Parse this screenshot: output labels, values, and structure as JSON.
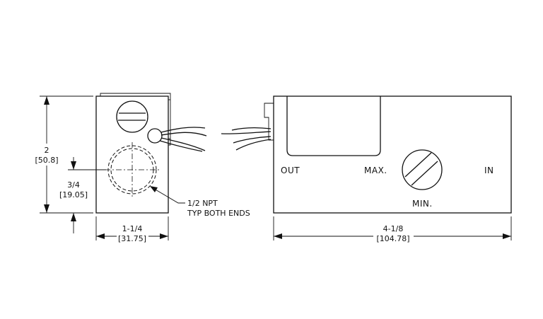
{
  "side_view": {
    "height_dim": {
      "value": "2",
      "metric": "[50.8]"
    },
    "offset_dim": {
      "value": "3/4",
      "metric": "[19.05]"
    },
    "width_dim": {
      "value": "1-1/4",
      "metric": "[31.75]"
    },
    "note": {
      "line1": "1/2 NPT",
      "line2": "TYP BOTH ENDS"
    }
  },
  "front_view": {
    "label_out": "OUT",
    "label_max": "MAX.",
    "label_in": "IN",
    "label_min": "MIN.",
    "length_dim": {
      "value": "4-1/8",
      "metric": "[104.78]"
    }
  }
}
